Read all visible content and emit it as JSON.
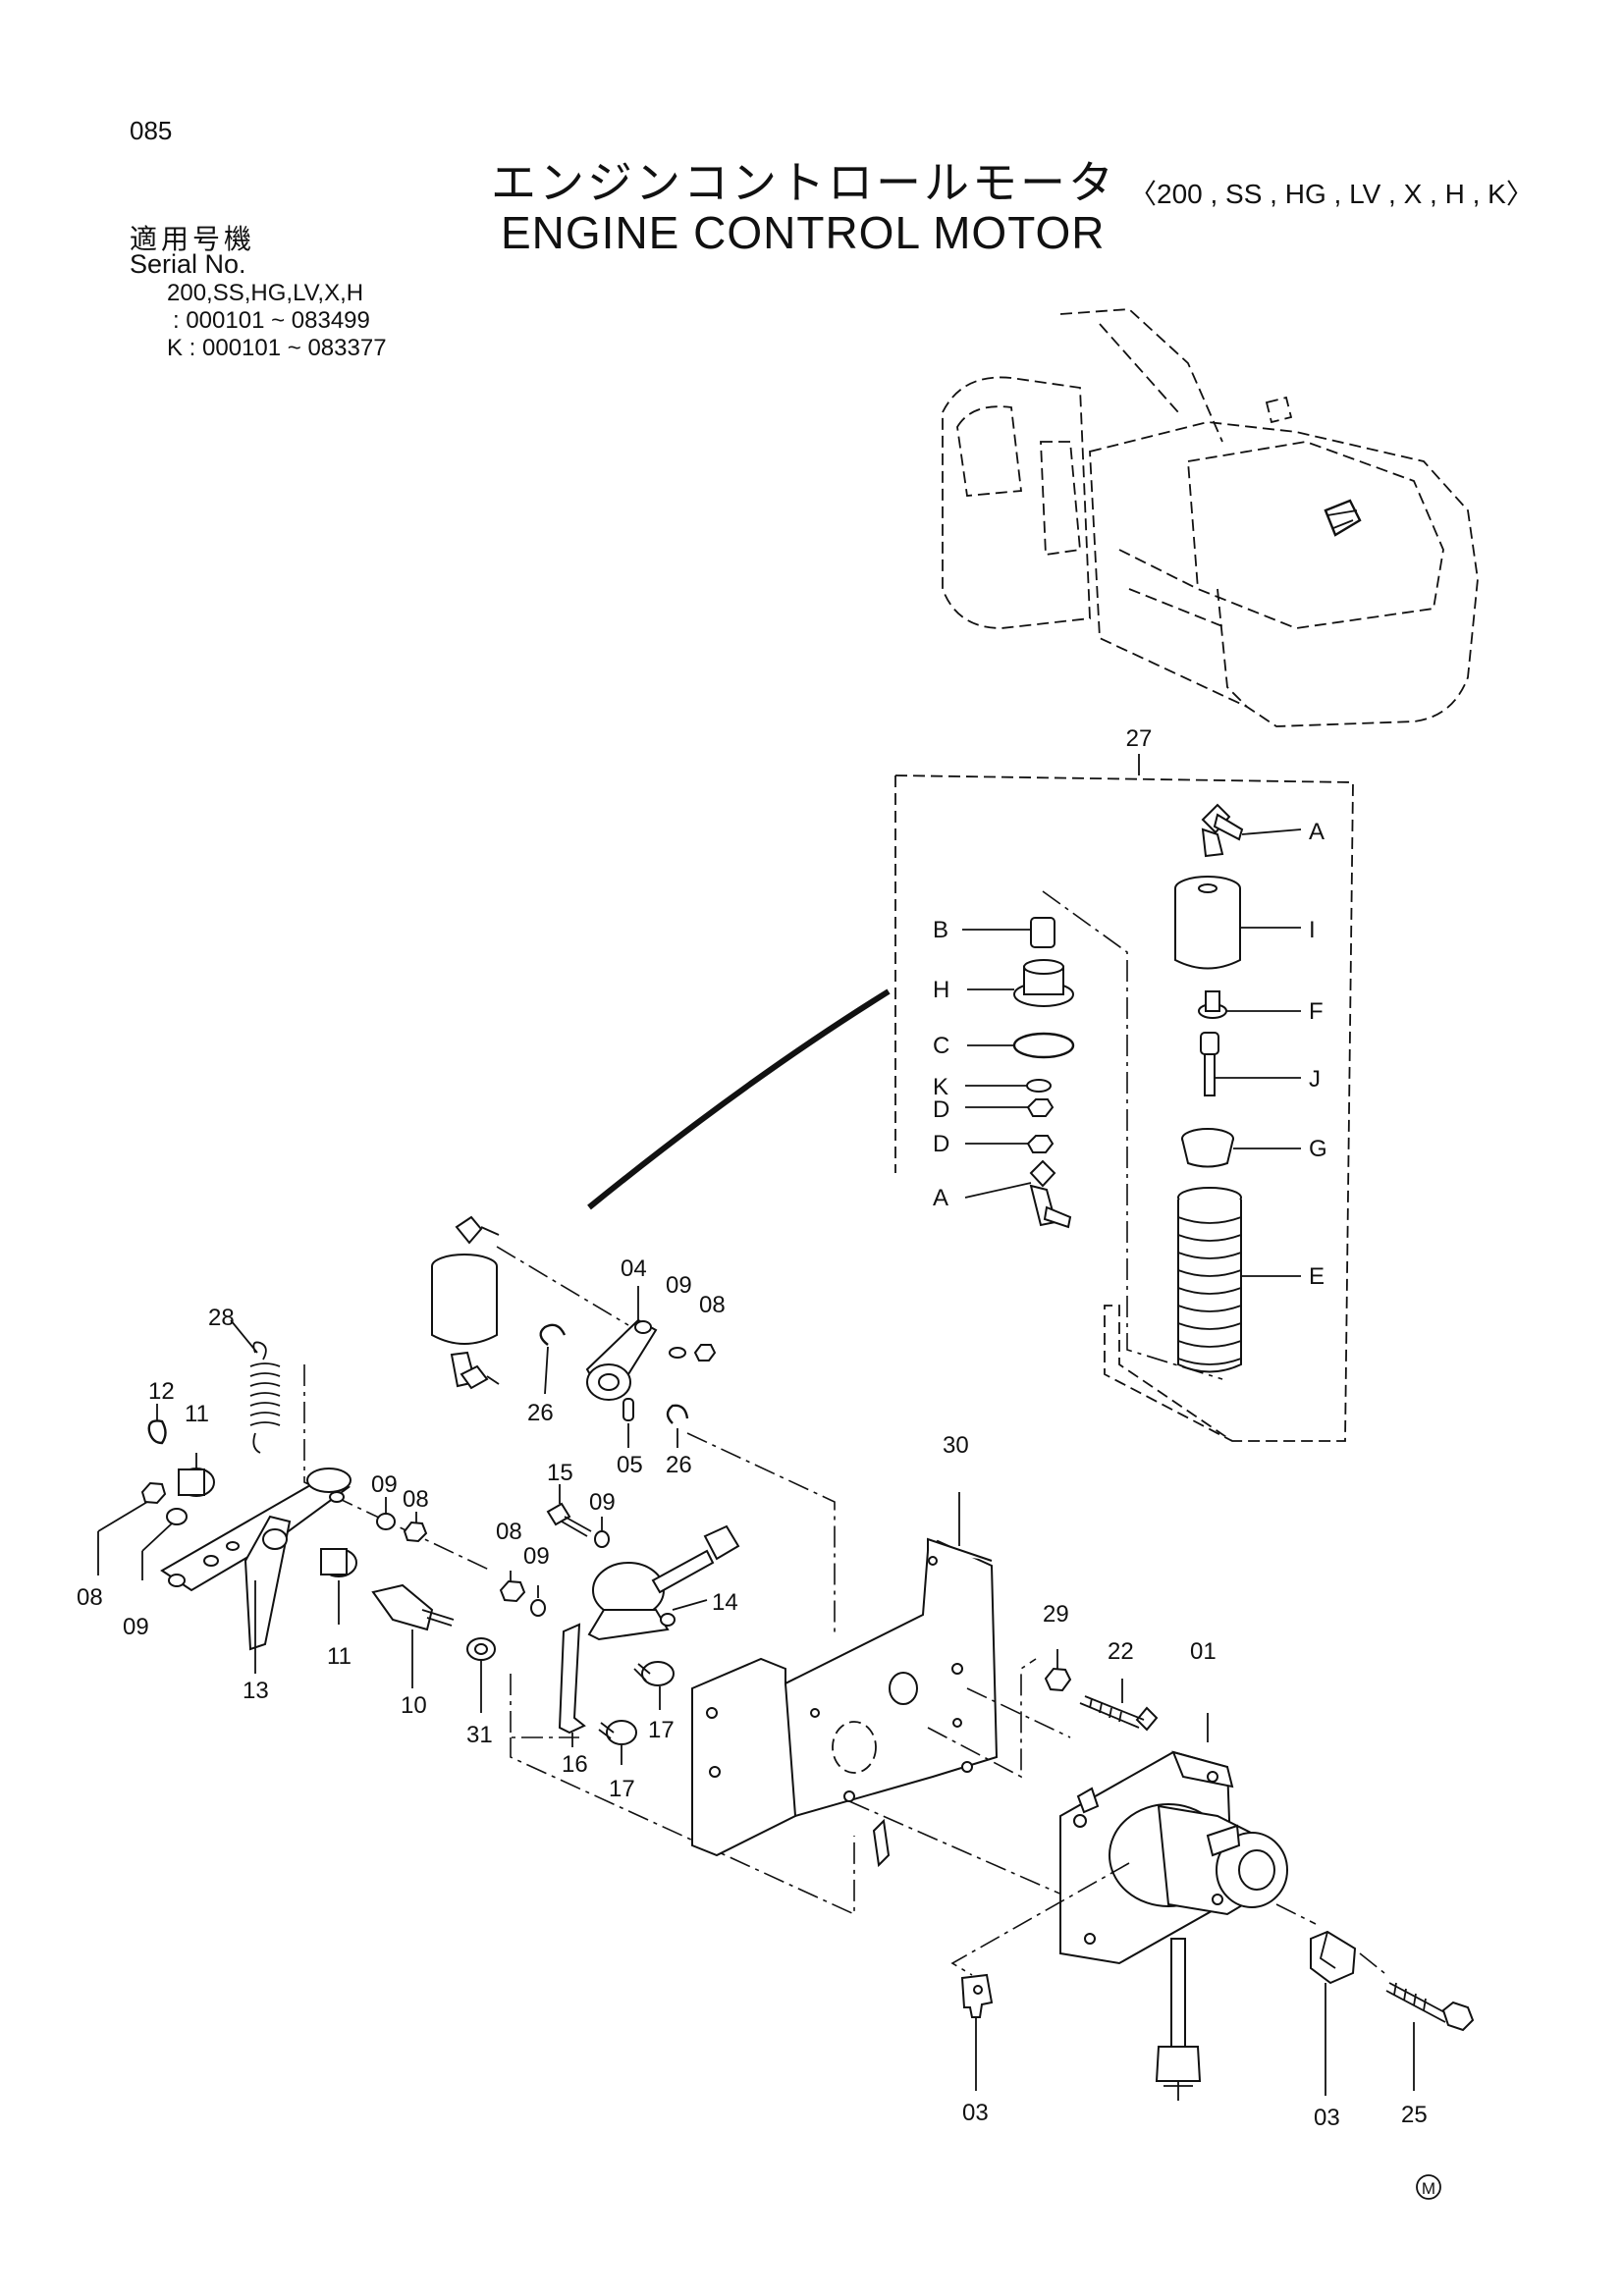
{
  "page_number": "085",
  "title_jp": "エンジンコントロールモータ",
  "models": "〈200 , SS , HG , LV , X , H , K〉",
  "title_en": "ENGINE CONTROL MOTOR",
  "applicability": {
    "label_jp": "適用号機",
    "label_en": "Serial No.",
    "line1": "200,SS,HG,LV,X,H",
    "line2": ": 000101 ~ 083499",
    "line3": "K : 000101 ~ 083377"
  },
  "callouts": {
    "c27": "27",
    "cA1": "A",
    "cI": "I",
    "cB": "B",
    "cH": "H",
    "cF": "F",
    "cC": "C",
    "cK": "K",
    "cJ": "J",
    "cD1": "D",
    "cD2": "D",
    "cG": "G",
    "cA2": "A",
    "cE": "E",
    "c04": "04",
    "c09a": "09",
    "c08a": "08",
    "c28": "28",
    "c26a": "26",
    "c05": "05",
    "c26b": "26",
    "c12": "12",
    "c11a": "11",
    "c09b": "09",
    "c08b": "08",
    "c15": "15",
    "c09c": "09",
    "c30": "30",
    "c08c": "08",
    "c09d": "09",
    "c14": "14",
    "c08d": "08",
    "c09e": "09",
    "c29": "29",
    "c22": "22",
    "c01": "01",
    "c13": "13",
    "c11b": "11",
    "c10": "10",
    "c31": "31",
    "c16": "16",
    "c17a": "17",
    "c17b": "17",
    "c03a": "03",
    "c03b": "03",
    "c25": "25"
  },
  "mark": "M",
  "icons": [
    "excavator-outline-icon",
    "engine-control-motor-icon",
    "linkage-assembly-icon"
  ]
}
